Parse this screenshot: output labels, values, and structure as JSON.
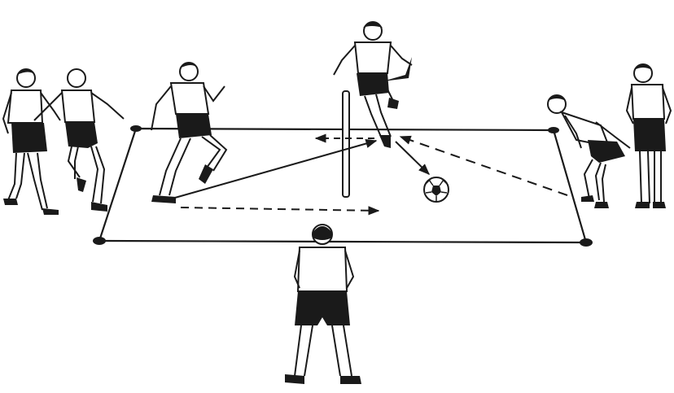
{
  "diagram": {
    "kind": "soccer-drill-illustration",
    "colors": {
      "ink": "#1a1a1a",
      "paper": "#ffffff",
      "shirt": "#ffffff",
      "shorts": "#1a1a1a"
    },
    "field": {
      "shape": "trapezoid",
      "corner_markers": 4,
      "net_pole": 1
    },
    "players": [
      {
        "id": "waiting-player-1",
        "side": "left",
        "pose": "standing"
      },
      {
        "id": "waiting-player-2",
        "side": "left",
        "pose": "jogging"
      },
      {
        "id": "running-player",
        "side": "left-inside",
        "pose": "running"
      },
      {
        "id": "jumping-player",
        "side": "center-back",
        "pose": "kicking"
      },
      {
        "id": "crouching-player",
        "side": "right",
        "pose": "crouching"
      },
      {
        "id": "standing-player-right",
        "side": "right",
        "pose": "standing"
      },
      {
        "id": "goalkeeper-front",
        "side": "front",
        "pose": "ready"
      }
    ],
    "arrows": [
      {
        "id": "pass-arrow",
        "style": "solid",
        "from": "running-player",
        "to": "jumping-player"
      },
      {
        "id": "run-arrow",
        "style": "dashed",
        "from": "running-player",
        "to": "field-center"
      },
      {
        "id": "return-arrow",
        "style": "dashed",
        "from": "jumping-player",
        "to": "net-left"
      },
      {
        "id": "ball-arrow",
        "style": "solid",
        "from": "jumping-player",
        "to": "ball"
      },
      {
        "id": "diagonal-arrow",
        "style": "dashed",
        "from": "crouching-player",
        "to": "jumping-player"
      }
    ],
    "ball": {
      "present": true
    }
  }
}
